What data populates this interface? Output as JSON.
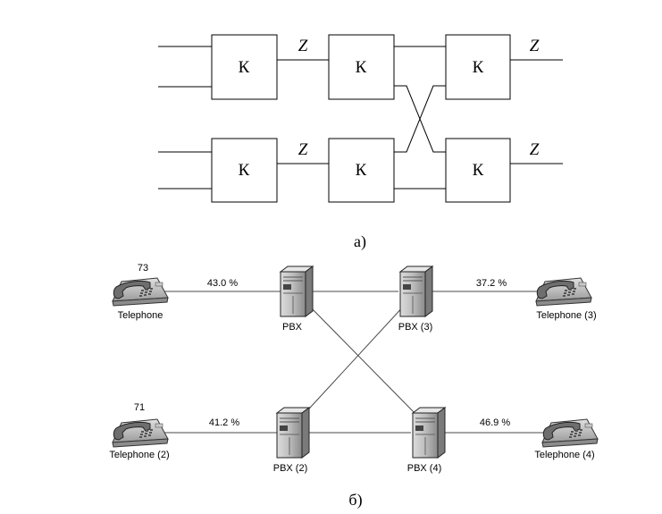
{
  "diagram_a": {
    "caption": "а)",
    "block_label": "К",
    "impedance_label": "Z"
  },
  "diagram_b": {
    "caption": "б)",
    "telephones": [
      {
        "id": "t1",
        "label": "Telephone",
        "number": "73"
      },
      {
        "id": "t2",
        "label": "Telephone (2)",
        "number": "71"
      },
      {
        "id": "t3",
        "label": "Telephone (3)",
        "number": ""
      },
      {
        "id": "t4",
        "label": "Telephone (4)",
        "number": ""
      }
    ],
    "pbx": [
      {
        "id": "p1",
        "label": "PBX"
      },
      {
        "id": "p2",
        "label": "PBX (2)"
      },
      {
        "id": "p3",
        "label": "PBX (3)"
      },
      {
        "id": "p4",
        "label": "PBX (4)"
      }
    ],
    "link_loads": [
      {
        "link": "Telephone-PBX",
        "value": "43.0 %"
      },
      {
        "link": "PBX (3)-Telephone (3)",
        "value": "37.2 %"
      },
      {
        "link": "Telephone (2)-PBX (2)",
        "value": "41.2 %"
      },
      {
        "link": "PBX (4)-Telephone (4)",
        "value": "46.9 %"
      }
    ]
  }
}
